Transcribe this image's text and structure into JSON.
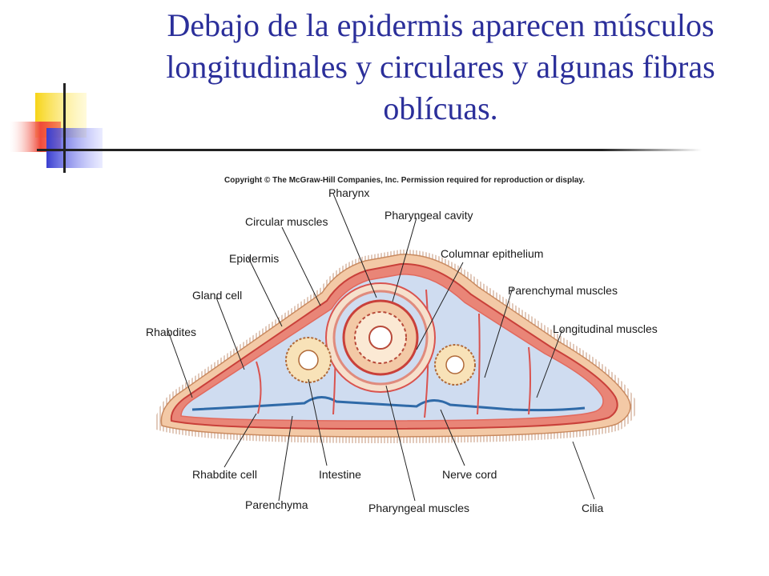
{
  "slide": {
    "title": "Debajo de la epidermis aparecen músculos longitudinales y circulares y algunas fibras oblícuas."
  },
  "figure": {
    "copyright": "Copyright © The McGraw-Hill Companies, Inc. Permission required for reproduction or display.",
    "labels": {
      "pharynx": "Pharynx",
      "pharyngeal_cavity": "Pharyngeal cavity",
      "circular_muscles": "Circular muscles",
      "epidermis": "Epidermis",
      "columnar_epithelium": "Columnar epithelium",
      "gland_cell": "Gland cell",
      "parenchymal_muscles": "Parenchymal muscles",
      "rhabdites": "Rhabdites",
      "longitudinal_muscles": "Longitudinal muscles",
      "rhabdite_cell": "Rhabdite cell",
      "intestine": "Intestine",
      "nerve_cord": "Nerve cord",
      "parenchyma": "Parenchyma",
      "pharyngeal_muscles": "Pharyngeal muscles",
      "cilia": "Cilia"
    }
  },
  "colors": {
    "title": "#2b2f9a",
    "epidermis": "#f3c9a6",
    "muscle": "#d9534f",
    "parenchyma": "#cfdcf0",
    "nerve": "#2f6aa8",
    "accent_yellow": "#f7d417",
    "accent_blue": "#3a3fd0",
    "accent_red": "#f04a3a"
  }
}
